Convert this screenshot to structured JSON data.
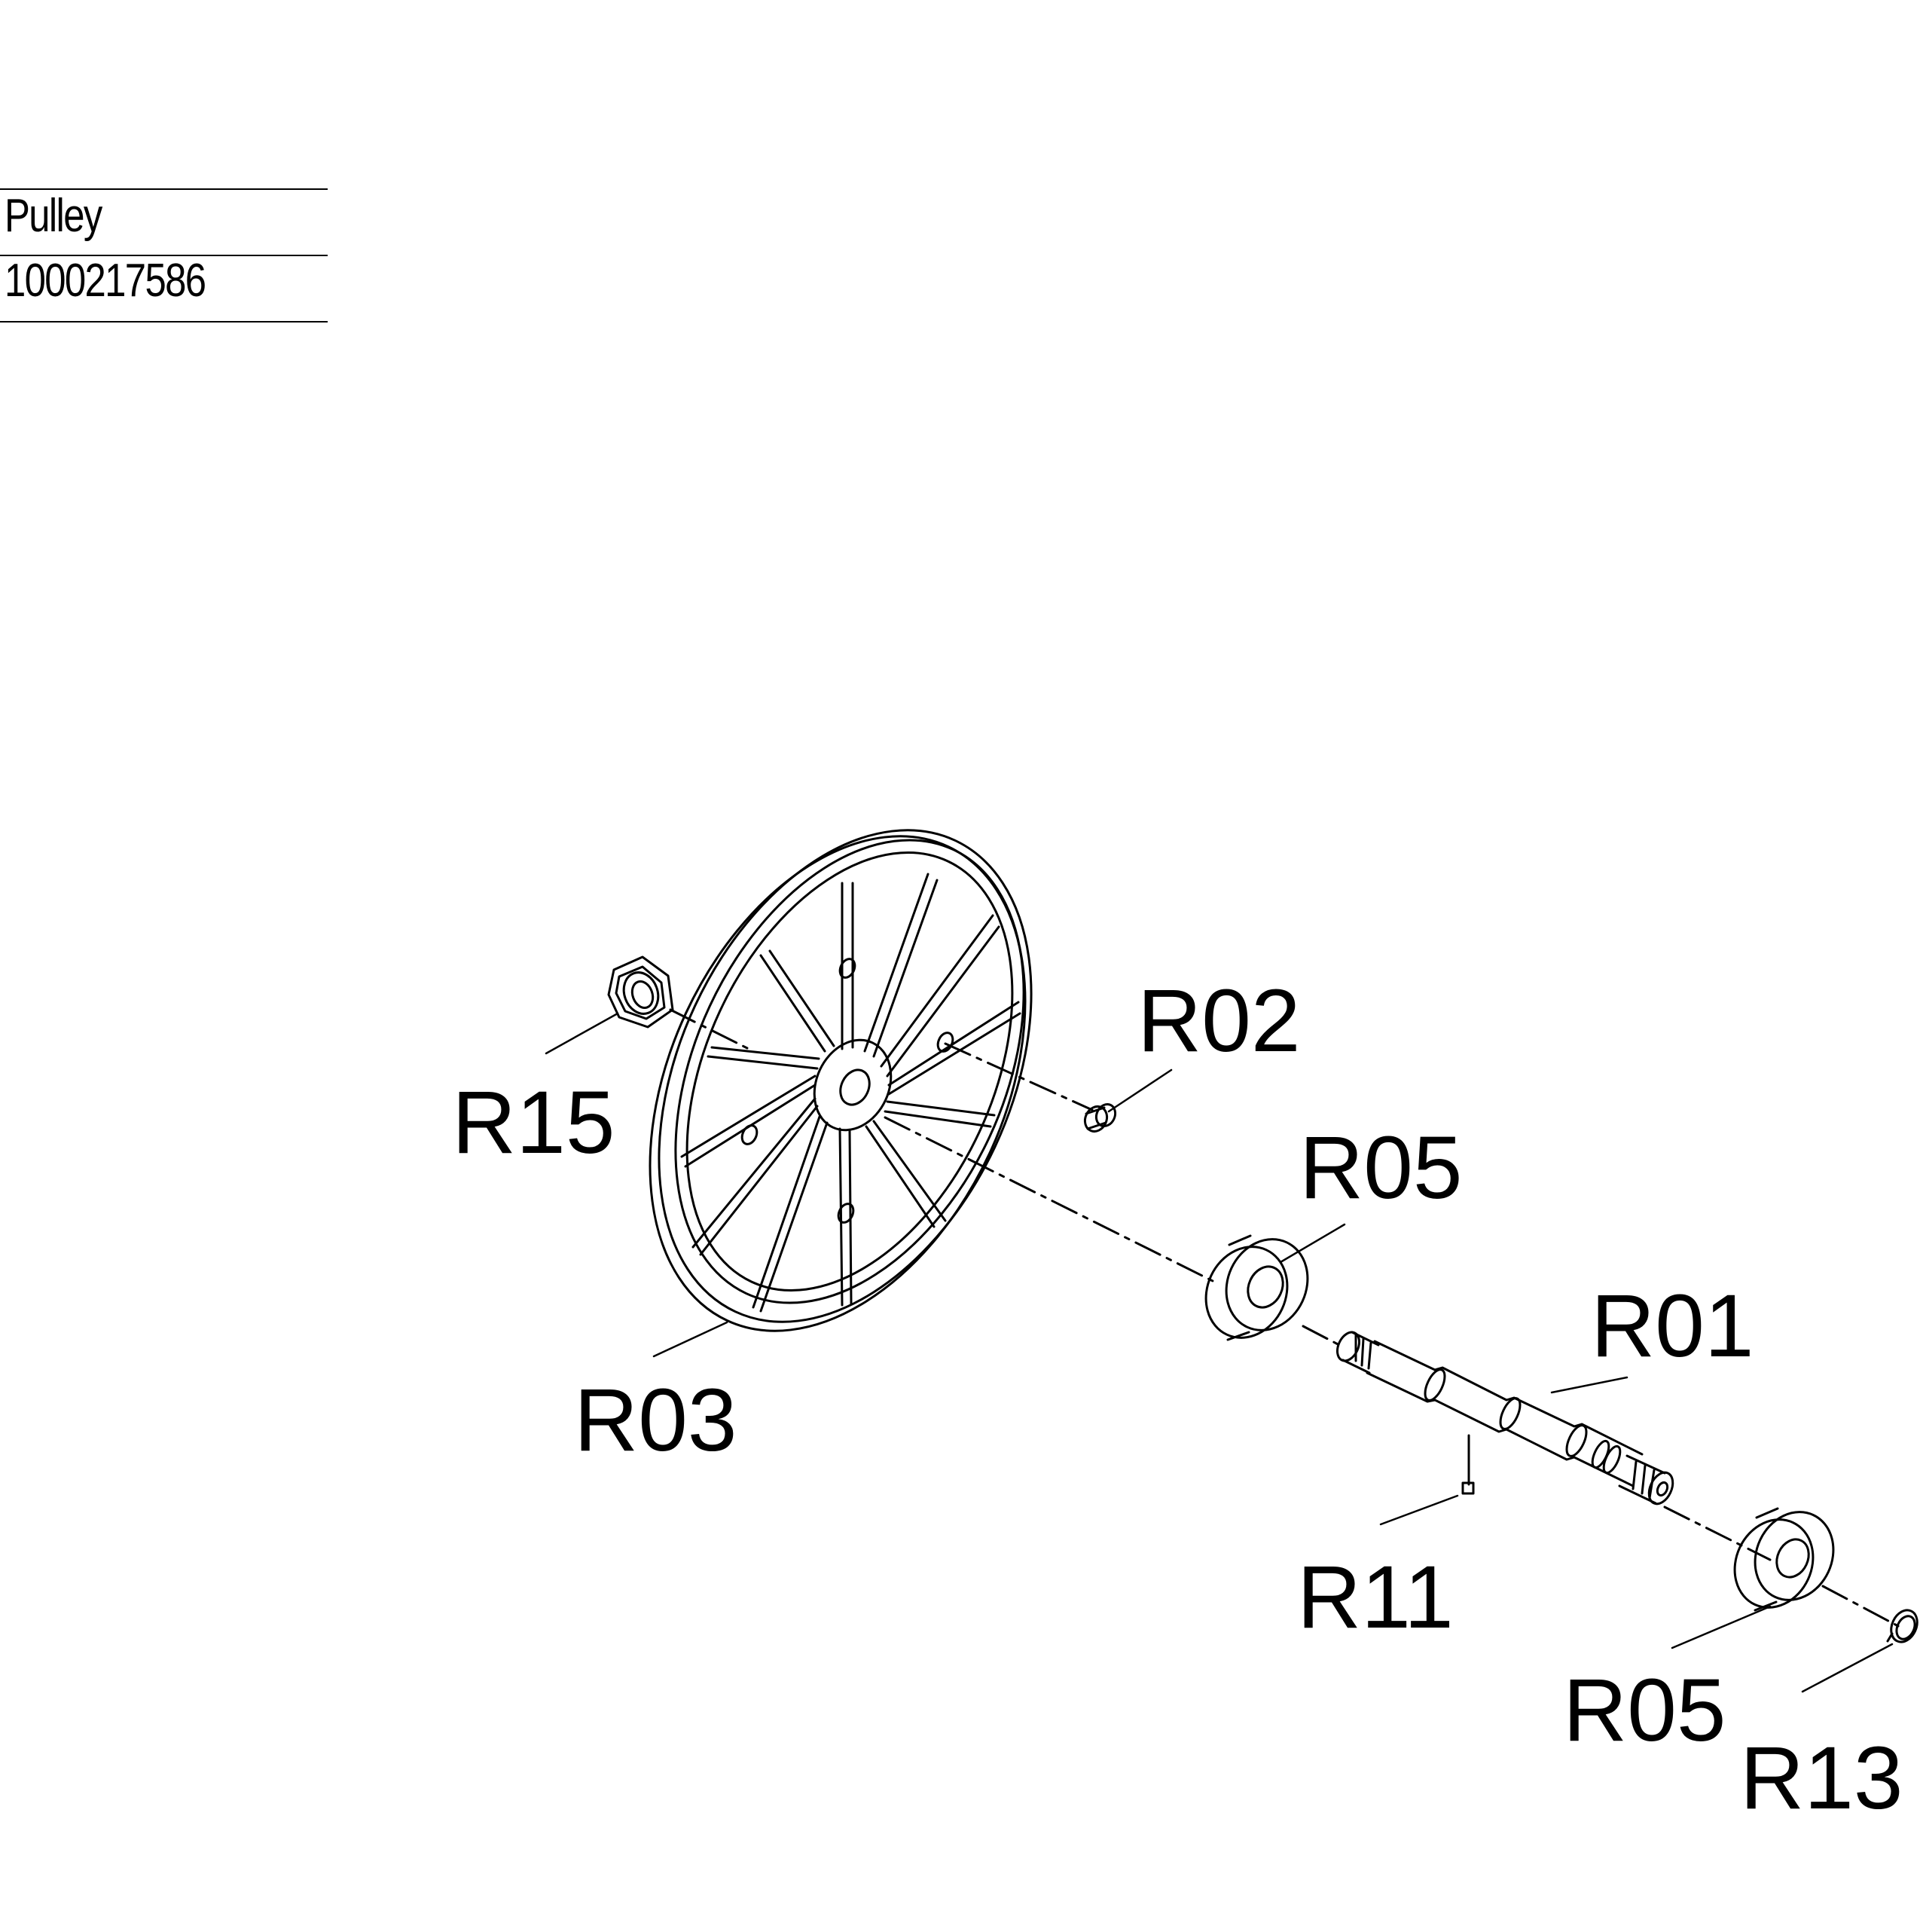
{
  "title_block": {
    "name": "Pulley",
    "part_number": "1000217586"
  },
  "callouts": [
    {
      "id": "r15",
      "label": "R15"
    },
    {
      "id": "r02",
      "label": "R02"
    },
    {
      "id": "r05a",
      "label": "R05"
    },
    {
      "id": "r03",
      "label": "R03"
    },
    {
      "id": "r01",
      "label": "R01"
    },
    {
      "id": "r11",
      "label": "R11"
    },
    {
      "id": "r05b",
      "label": "R05"
    },
    {
      "id": "r13",
      "label": "R13"
    }
  ]
}
